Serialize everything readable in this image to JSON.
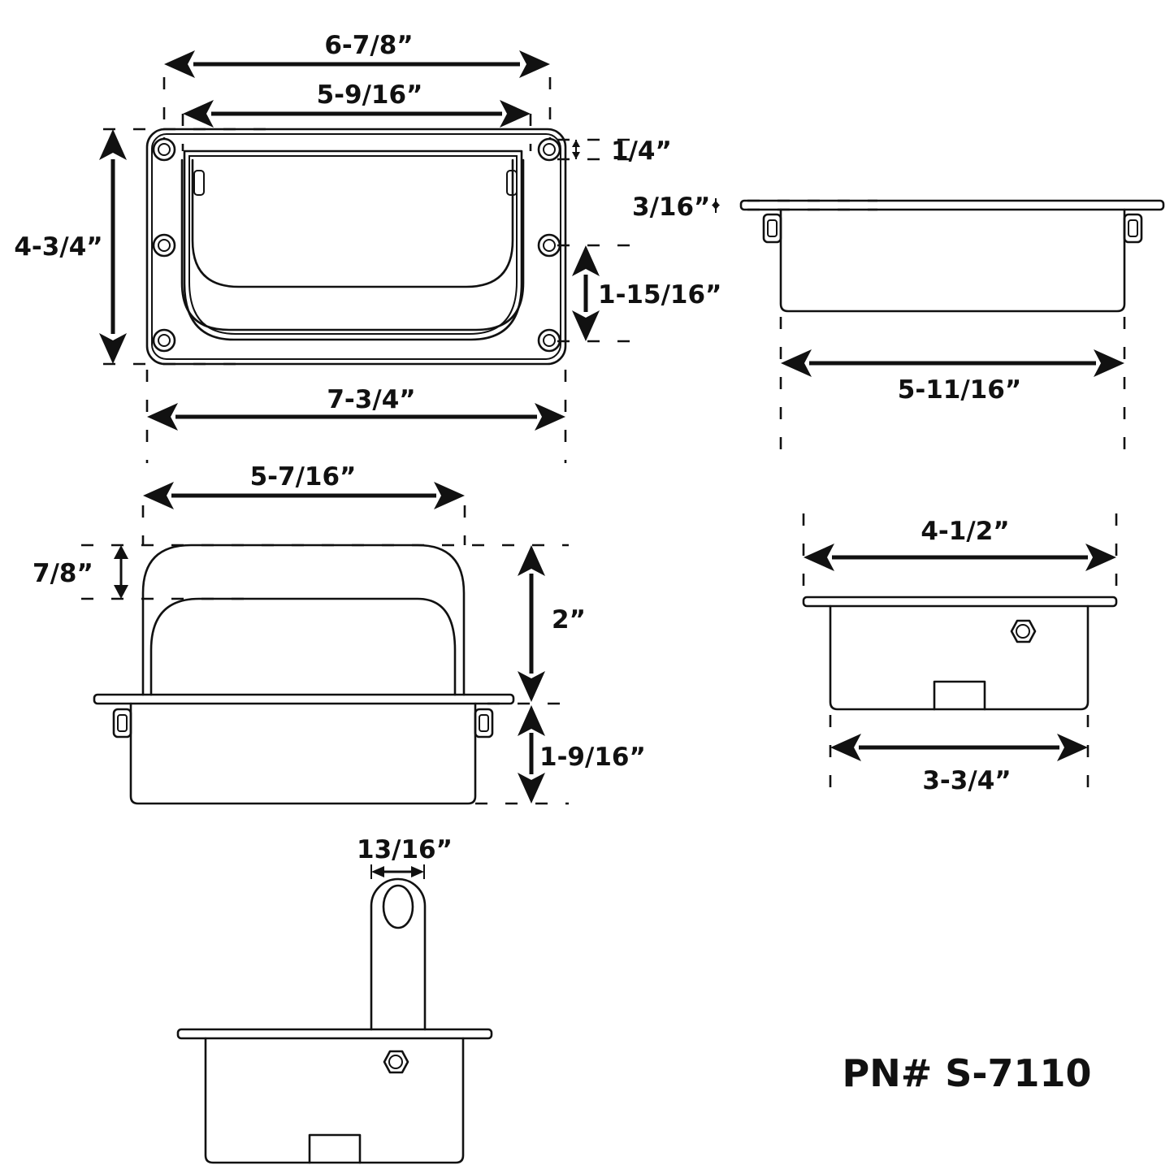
{
  "part_number": "PN# S-7110",
  "colors": {
    "ink": "#111111",
    "background": "#ffffff"
  },
  "dimensions": {
    "top_overall_width": "6-7/8”",
    "top_inner_width": "5-9/16”",
    "top_hole_offset": "1/4”",
    "top_height": "4-3/4”",
    "top_hole_spacing": "1-15/16”",
    "top_flange_width": "7-3/4”",
    "side_flange_thickness": "3/16”",
    "side_body_width": "5-11/16”",
    "front_handle_width": "5-7/16”",
    "front_handle_grip": "7/8”",
    "front_handle_height": "2”",
    "front_body_depth": "1-9/16”",
    "end_flange_width": "4-1/2”",
    "end_body_width": "3-3/4”",
    "end_handle_width": "13/16”"
  }
}
